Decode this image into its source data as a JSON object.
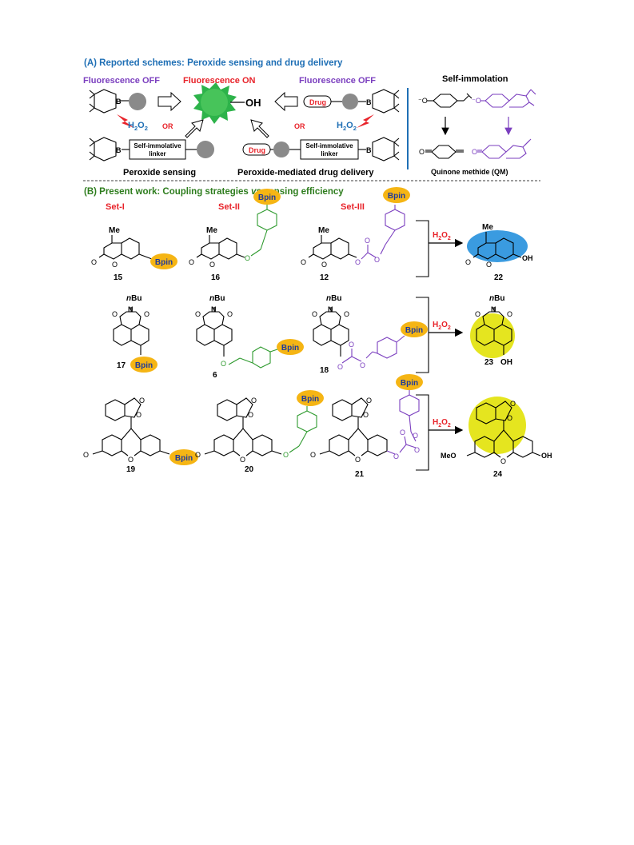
{
  "sectionA": {
    "heading": "(A) Reported schemes: Peroxide sensing and drug delivery",
    "fluor_off_left": "Fluorescence OFF",
    "fluor_on": "Fluorescence ON",
    "fluor_off_right": "Fluorescence OFF",
    "oh": "OH",
    "boron": "B",
    "h2o2_left": "H2O2",
    "h2o2_right": "H2O2",
    "or_left": "OR",
    "or_right": "OR",
    "drug_label": "Drug",
    "linker_line1": "Self-immolative",
    "linker_line2": "linker",
    "peroxide_sensing": "Peroxide sensing",
    "drug_delivery": "Peroxide-mediated drug delivery",
    "self_immolation": "Self-immolation",
    "quinone_methide": "Quinone methide (QM)"
  },
  "sectionB": {
    "heading_part1": "(B) Present work: Coupling strategies ",
    "heading_vs": "vs",
    "heading_part2": " sensing efficiency",
    "set1": "Set-I",
    "set2": "Set-II",
    "set3": "Set-III",
    "bpin": "Bpin",
    "me": "Me",
    "nbu_n": "n",
    "nbu_bu": "Bu",
    "n_atom": "N",
    "oh": "OH",
    "meo": "MeO",
    "h2o2": "H2O2",
    "compounds": {
      "c15": "15",
      "c16": "16",
      "c12": "12",
      "c22": "22",
      "c17": "17",
      "c6": "6",
      "c18": "18",
      "c23": "23",
      "c19": "19",
      "c20": "20",
      "c21": "21",
      "c24": "24"
    }
  },
  "colors": {
    "heading_blue": "#1f6fb5",
    "heading_green": "#2e7d1e",
    "red": "#e8232a",
    "purple": "#7b3fbf",
    "green": "#2e9a2e",
    "orange": "#f5b514",
    "sky": "#3a9be0",
    "yellow": "#e5e51f",
    "grey": "#8a8a8a"
  }
}
